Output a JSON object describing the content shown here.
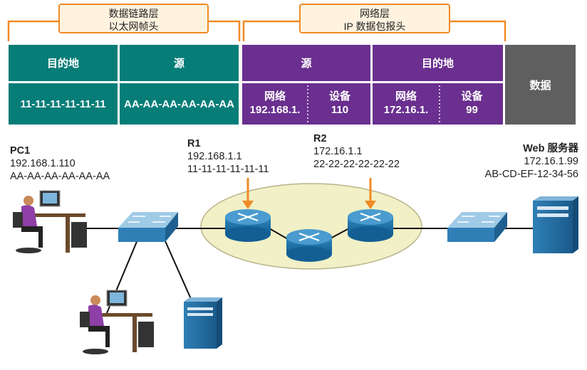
{
  "header": {
    "datalink_label": [
      "数据链路层",
      "以太网帧头"
    ],
    "network_label": [
      "网络层",
      "IP 数据包报头"
    ],
    "cells": {
      "eth_dest_title": "目的地",
      "eth_src_title": "源",
      "ip_src_title": "源",
      "ip_dest_title": "目的地",
      "data_title": "数据",
      "eth_dest_value": "11-11-11-11-11-11",
      "eth_src_value": "AA-AA-AA-AA-AA-AA",
      "ip_src_network_label": "网络",
      "ip_src_network_value": "192.168.1.",
      "ip_src_device_label": "设备",
      "ip_src_device_value": "110",
      "ip_dest_network_label": "网络",
      "ip_dest_network_value": "172.16.1.",
      "ip_dest_device_label": "设备",
      "ip_dest_device_value": "99"
    },
    "colors": {
      "datalink": "#077d78",
      "network": "#6a2f8f",
      "data": "#5f5f5f",
      "bracket": "#f08a24"
    }
  },
  "devices": {
    "pc1": {
      "name": "PC1",
      "ip": "192.168.1.110",
      "mac": "AA-AA-AA-AA-AA-AA"
    },
    "r1": {
      "name": "R1",
      "ip": "192.168.1.1",
      "mac": "11-11-11-11-11-11"
    },
    "r2": {
      "name": "R2",
      "ip": "172.16.1.1",
      "mac": "22-22-22-22-22-22"
    },
    "web": {
      "name": "Web 服务器",
      "ip": "172.16.1.99",
      "mac": "AB-CD-EF-12-34-56"
    }
  },
  "icons": [
    "pc-user-icon",
    "switch-icon",
    "router-icon",
    "server-icon",
    "arrow-down-icon"
  ]
}
